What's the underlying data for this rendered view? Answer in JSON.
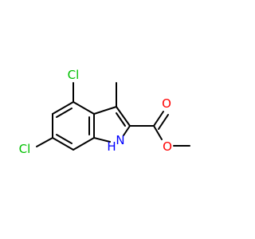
{
  "molecule": {
    "atoms": {
      "cl_top": {
        "text": "Cl",
        "color": "#00c000"
      },
      "cl_left": {
        "text": "Cl",
        "color": "#00c000"
      },
      "nh": {
        "text": "H",
        "color": "#0000ff"
      },
      "n": {
        "text": "N",
        "color": "#0000ff"
      },
      "o_carbonyl": {
        "text": "O",
        "color": "#ff0000"
      },
      "o_ester": {
        "text": "O",
        "color": "#ff0000"
      }
    },
    "bond_color": "#000000"
  }
}
